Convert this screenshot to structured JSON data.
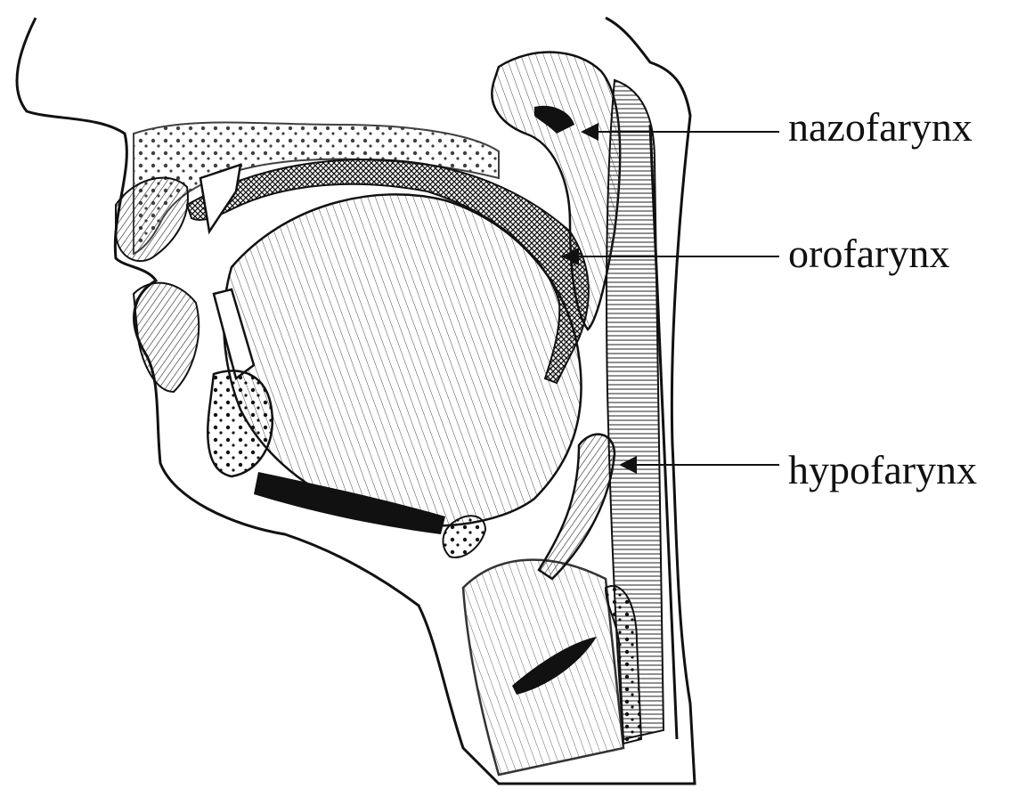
{
  "labels": {
    "nazofarynx": "nazofarynx",
    "orofarynx": "orofarynx",
    "hypofarynx": "hypofarynx"
  },
  "colors": {
    "ink": "#111111",
    "paper": "#ffffff"
  }
}
